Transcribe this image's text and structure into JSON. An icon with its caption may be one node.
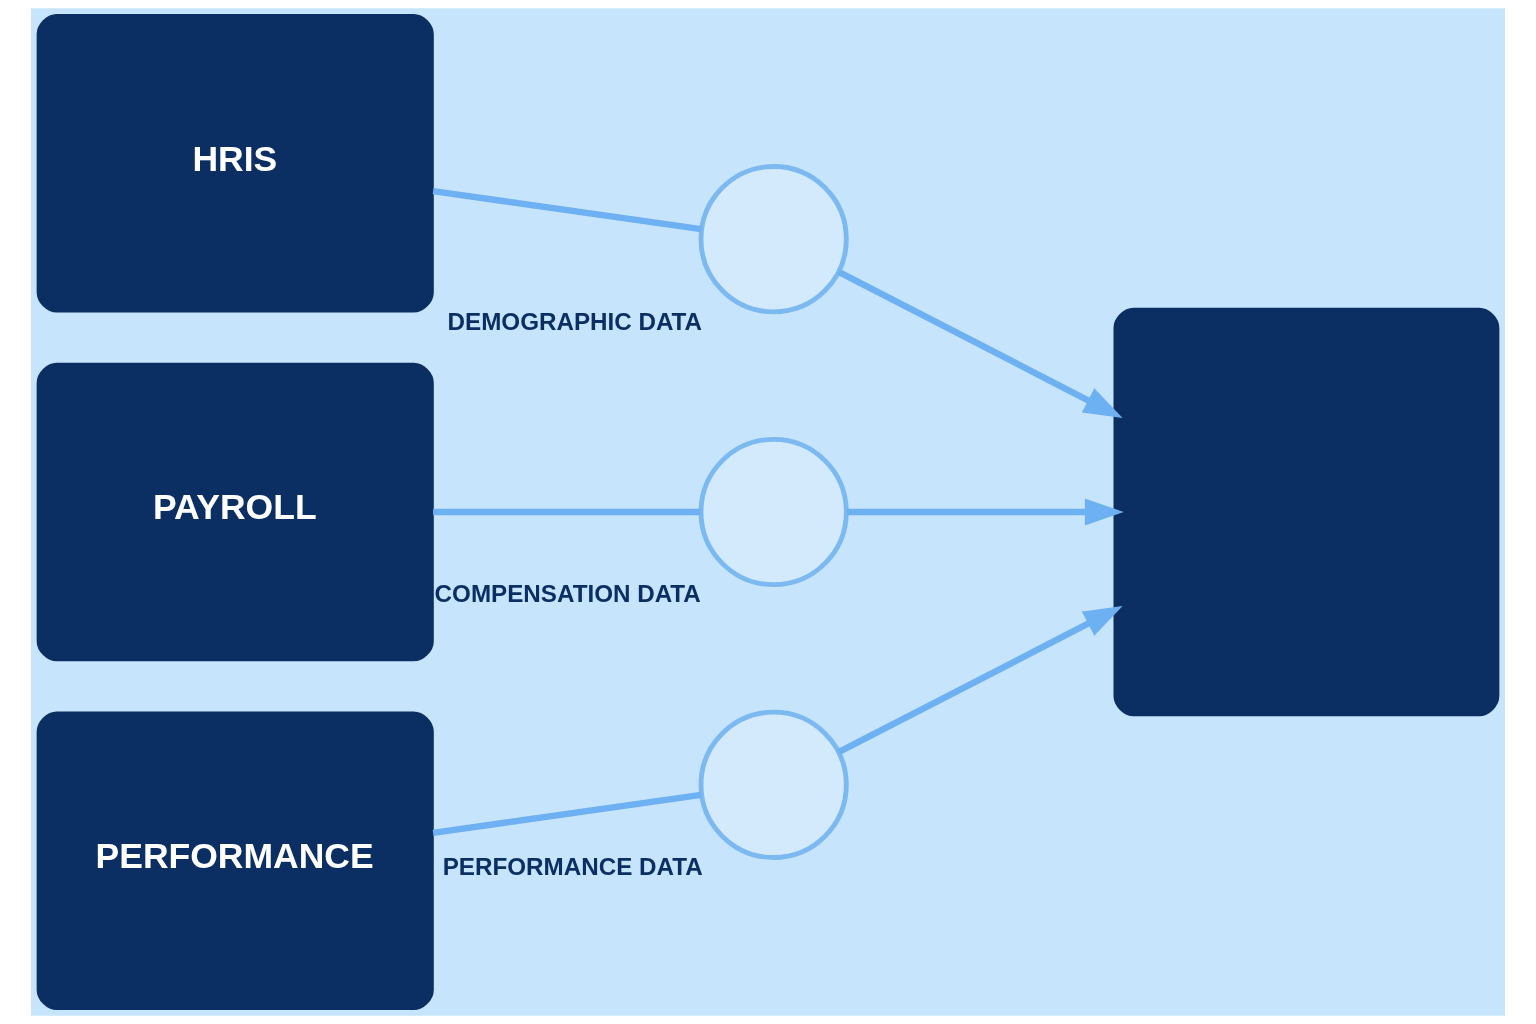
{
  "diagram": {
    "nodes": [
      {
        "text": [
          "HRIS"
        ]
      },
      {
        "text": [
          "PAYROLL"
        ]
      },
      {
        "text": [
          "PERFORMANCE"
        ]
      },
      {
        "text": [],
        "shape": "circle",
        "beside": [
          "DEMOGRAPHIC DATA"
        ]
      },
      {
        "text": [],
        "shape": "circle",
        "beside": [
          "COMPENSATION DATA"
        ]
      },
      {
        "text": [],
        "shape": "circle",
        "beside": [
          "PERFORMANCE DATA"
        ]
      },
      {
        "text": [],
        "shape": "box"
      }
    ],
    "edges": [
      {
        "from": 0,
        "to": 3,
        "arrow": "none"
      },
      {
        "from": 1,
        "to": 4,
        "arrow": "none"
      },
      {
        "from": 2,
        "to": 5,
        "arrow": "none"
      },
      {
        "from": 3,
        "to": 6,
        "arrow": "to"
      },
      {
        "from": 4,
        "to": 6,
        "arrow": "to"
      },
      {
        "from": 5,
        "to": 6,
        "arrow": "to"
      }
    ]
  }
}
